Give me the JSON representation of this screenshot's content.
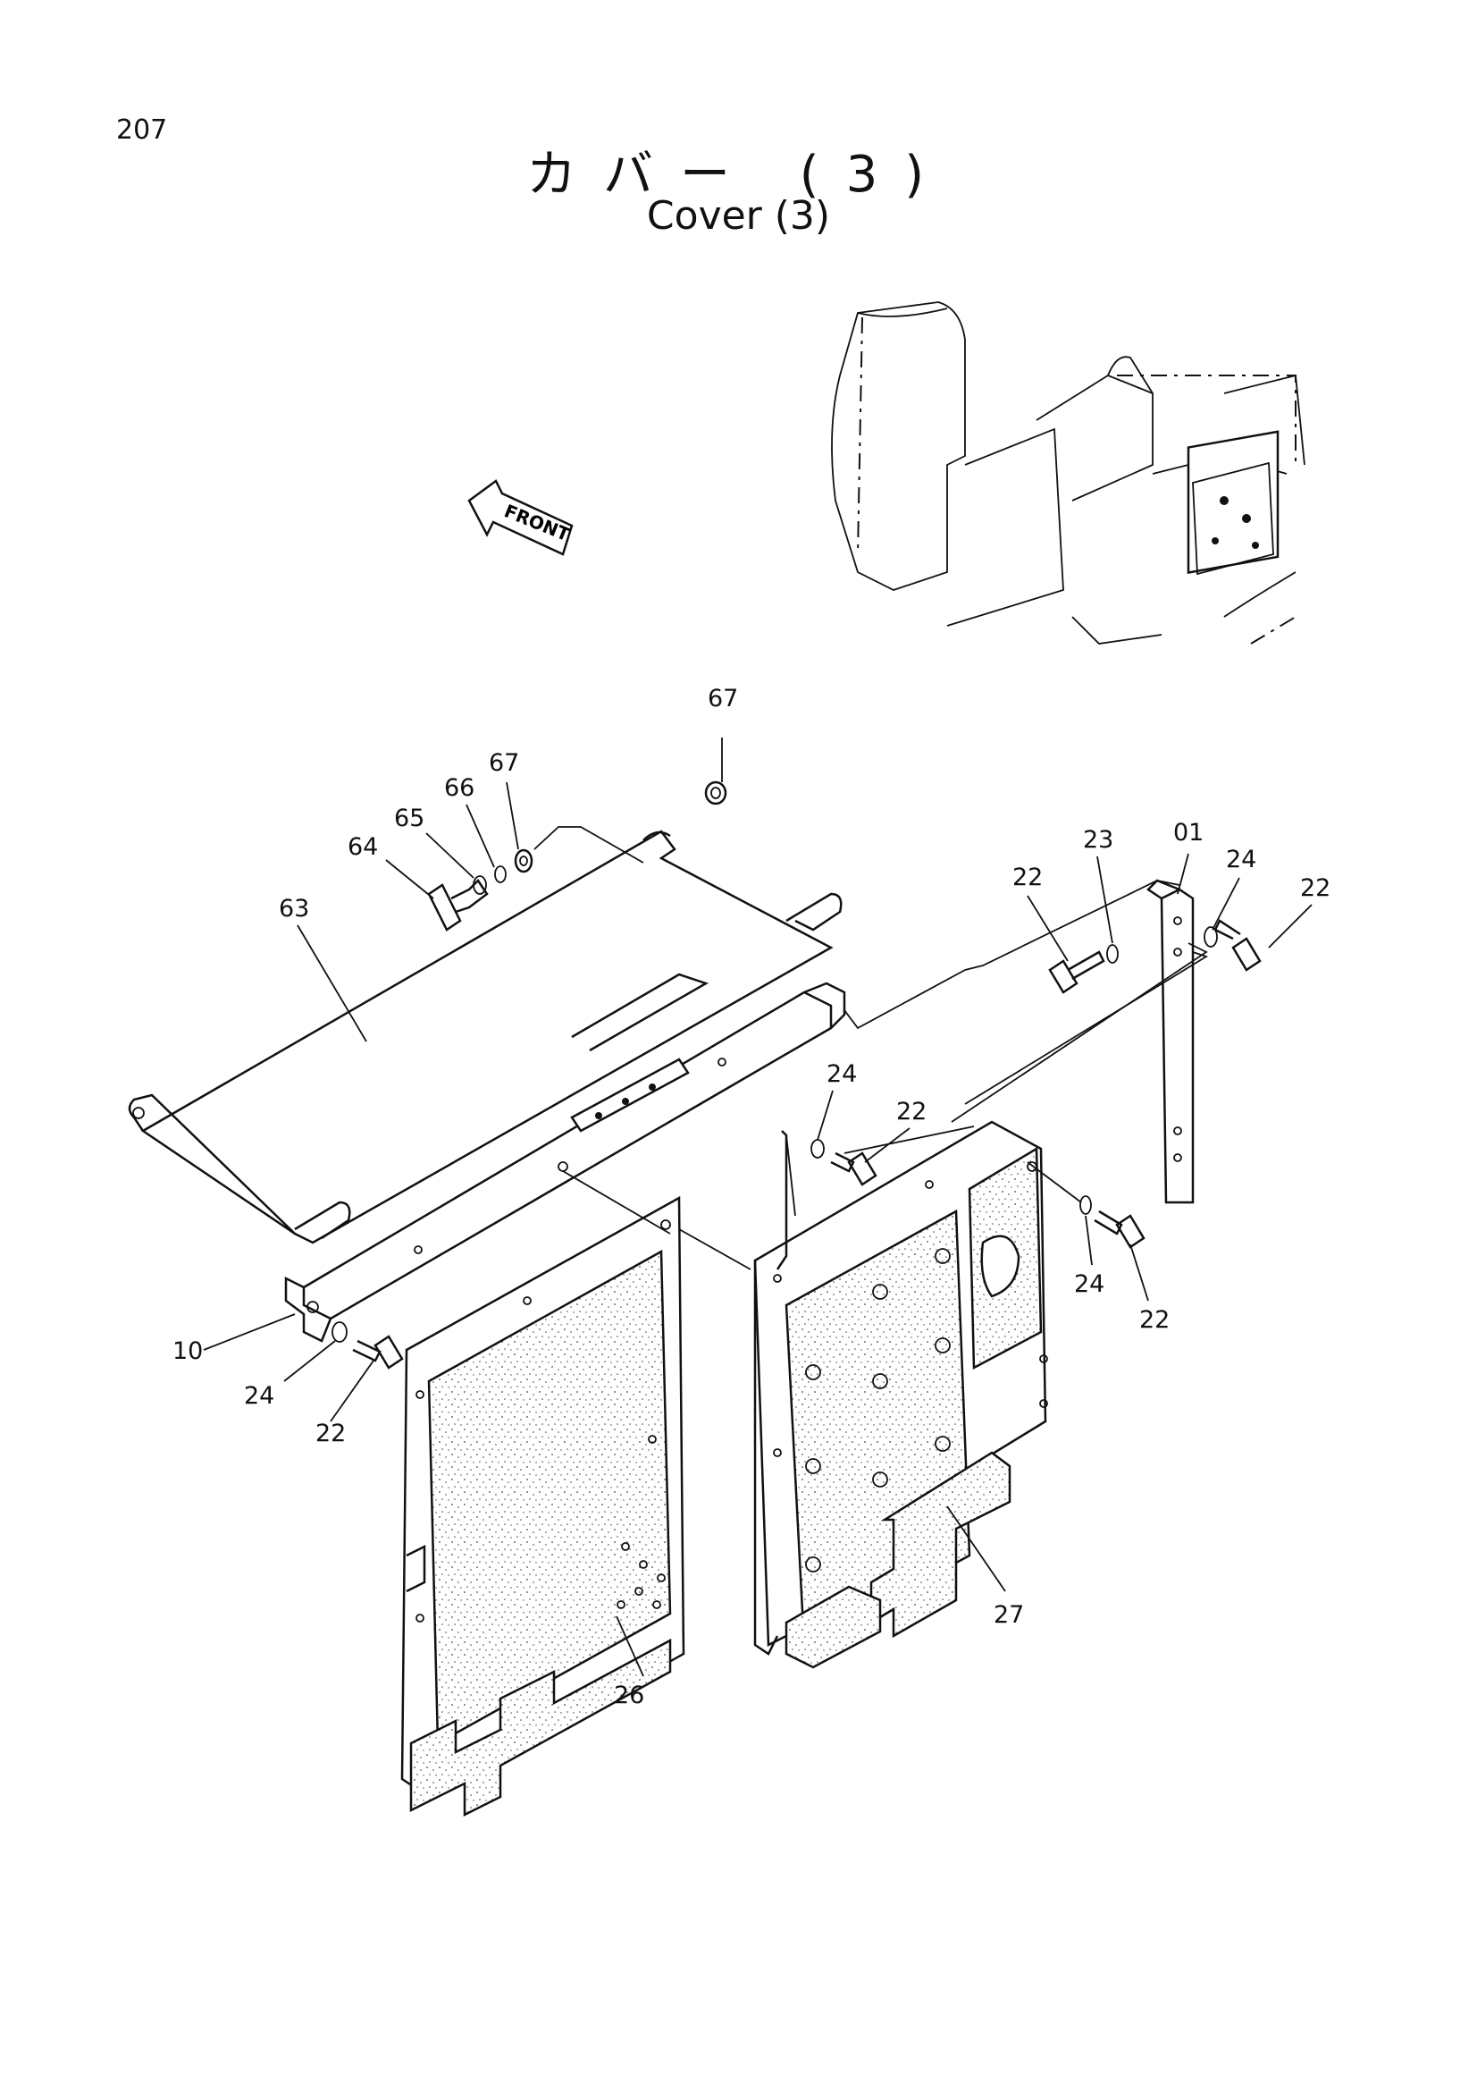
{
  "page_number": "207",
  "title_jp": "カバー (3)",
  "title_en": "Cover (3)",
  "front_arrow_label": "FRONT",
  "part_labels": {
    "p01": "01",
    "p10": "10",
    "p22a": "22",
    "p22b": "22",
    "p22c": "22",
    "p22d": "22",
    "p22e": "22",
    "p23": "23",
    "p24a": "24",
    "p24b": "24",
    "p24c": "24",
    "p24d": "24",
    "p26": "26",
    "p27": "27",
    "p63": "63",
    "p64": "64",
    "p65": "65",
    "p66": "66",
    "p67a": "67",
    "p67b": "67"
  }
}
